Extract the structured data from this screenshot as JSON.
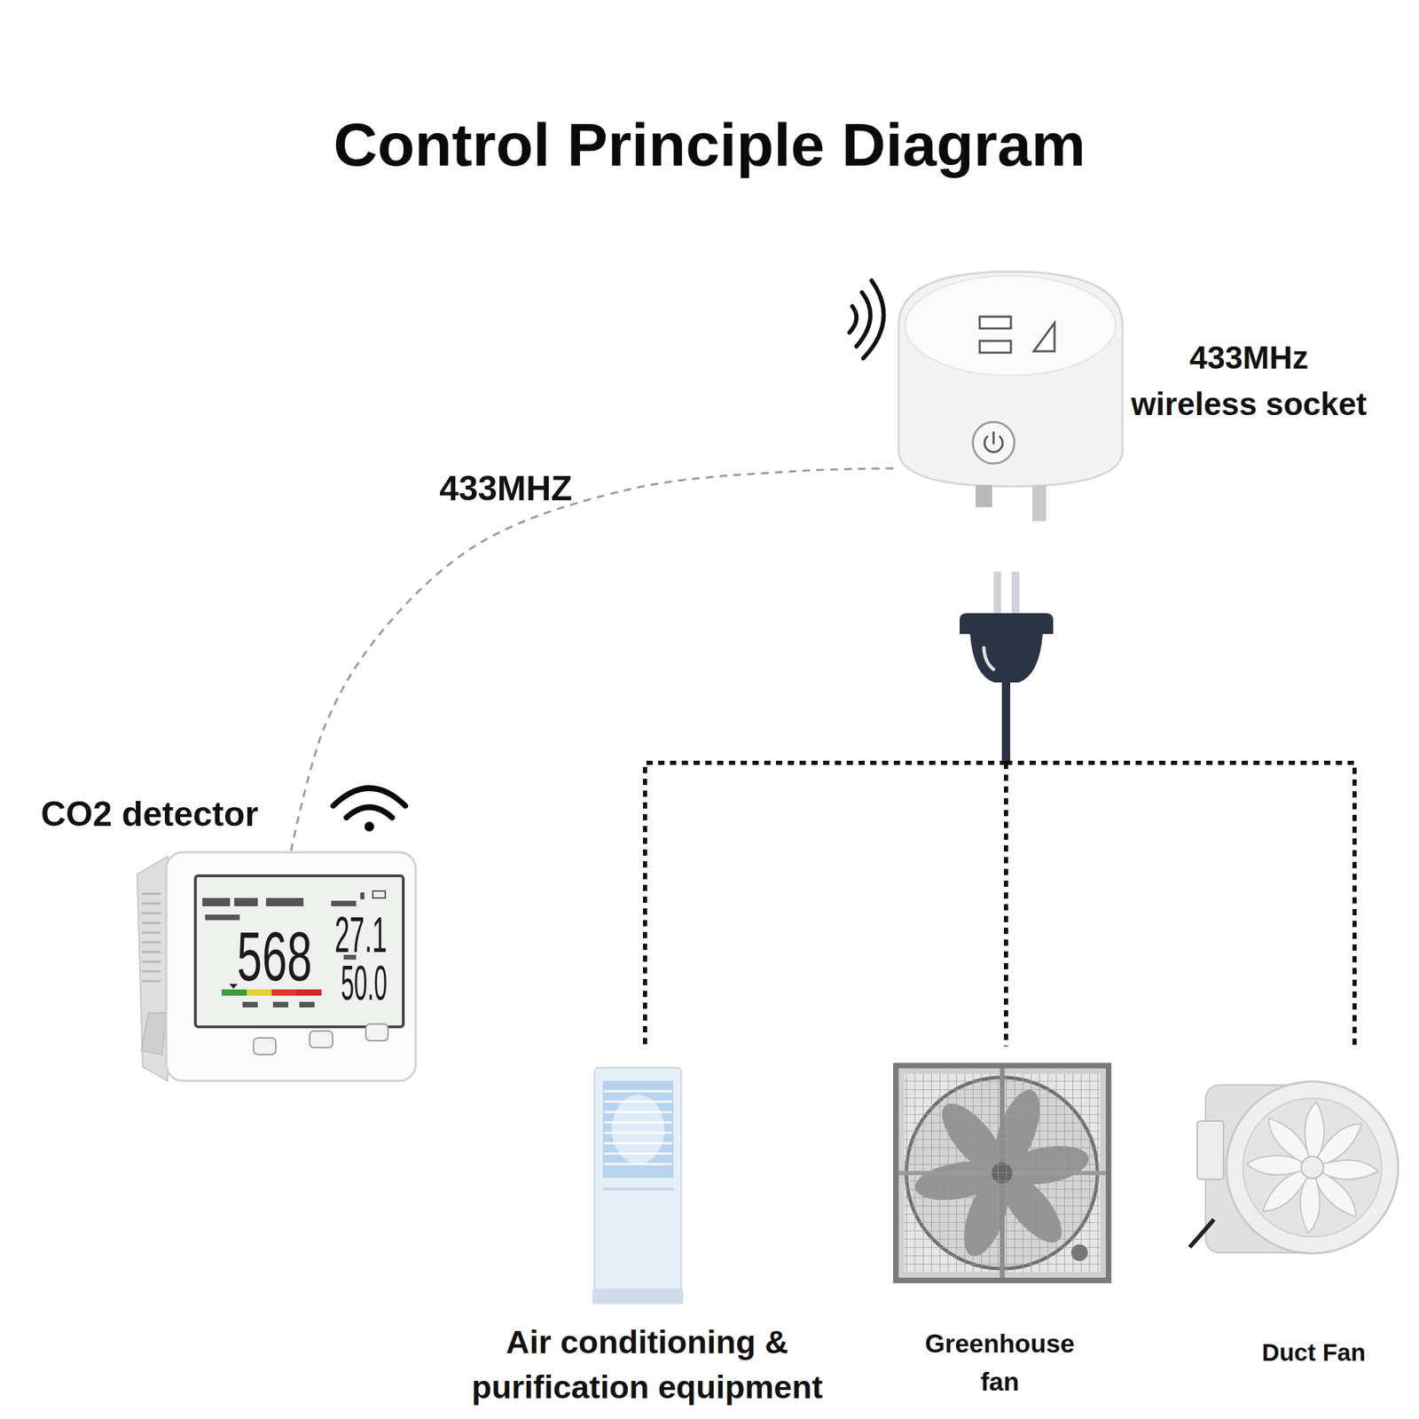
{
  "diagram": {
    "title": "Control Principle Diagram",
    "nodes": [
      {
        "text": [
          "CO2 detector"
        ]
      },
      {
        "text": [
          "433MHz wireless socket"
        ]
      },
      {
        "text": [
          "Air conditioning & purification equipment"
        ]
      },
      {
        "text": [
          "Greenhouse fan"
        ]
      },
      {
        "text": [
          "Duct Fan"
        ]
      }
    ],
    "edges": [
      {
        "from": 0,
        "to": 1,
        "label": "433MHZ",
        "arrow": "none"
      },
      {
        "from": 1,
        "to": 2,
        "arrow": "none"
      },
      {
        "from": 1,
        "to": 3,
        "arrow": "none"
      },
      {
        "from": 1,
        "to": 4,
        "arrow": "none"
      }
    ],
    "labels": [
      "568",
      "27.1",
      "50.0"
    ]
  }
}
